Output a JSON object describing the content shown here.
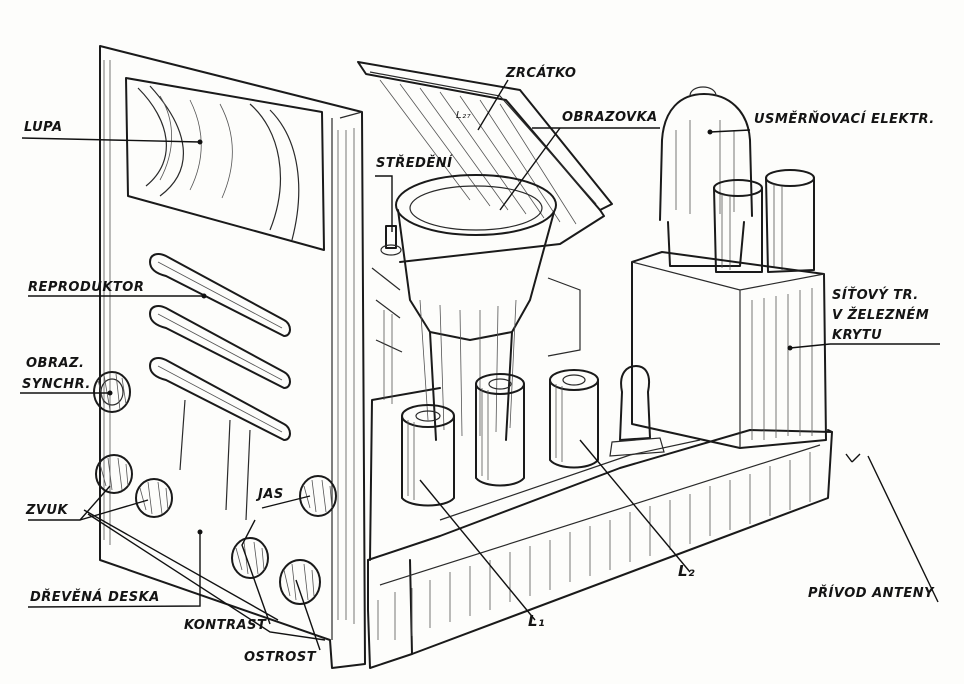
{
  "labels": {
    "lupa": "LUPA",
    "reproduktor": "REPRODUKTOR",
    "obraz_synchr_1": "OBRAZ.",
    "obraz_synchr_2": "SYNCHR.",
    "zvuk": "ZVUK",
    "drevena_deska": "DŘEVĚNÁ DESKA",
    "kontrast": "KONTRAST",
    "ostrost": "OSTROST",
    "jas": "JAS",
    "stredeni": "STŘEDĚNÍ",
    "zrcatko": "ZRCÁTKO",
    "obrazovka": "OBRAZOVKA",
    "usmernovaci": "USMĚRŇOVACÍ ELEKTR.",
    "sitovy_1": "SÍŤOVÝ TR.",
    "sitovy_2": "V ŽELEZNÉM",
    "sitovy_3": "KRYTU",
    "privod": "PŘÍVOD ANTENY",
    "l1": "L₁",
    "l2": "L₂",
    "tube_mark": "L₂₇"
  }
}
